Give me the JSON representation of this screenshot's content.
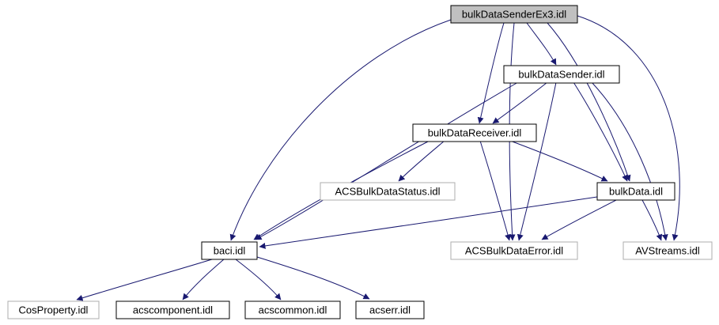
{
  "diagram": {
    "type": "include-dependency-graph",
    "edge_color": "#191970",
    "main_node_fill": "#c0c0c0",
    "nodes": [
      {
        "id": "bulkDataSenderEx3",
        "label": "bulkDataSenderEx3.idl",
        "kind": "main"
      },
      {
        "id": "bulkDataSender",
        "label": "bulkDataSender.idl",
        "kind": "internal"
      },
      {
        "id": "bulkDataReceiver",
        "label": "bulkDataReceiver.idl",
        "kind": "internal"
      },
      {
        "id": "ACSBulkDataStatus",
        "label": "ACSBulkDataStatus.idl",
        "kind": "external"
      },
      {
        "id": "bulkData",
        "label": "bulkData.idl",
        "kind": "internal"
      },
      {
        "id": "baci",
        "label": "baci.idl",
        "kind": "internal"
      },
      {
        "id": "ACSBulkDataError",
        "label": "ACSBulkDataError.idl",
        "kind": "external"
      },
      {
        "id": "AVStreams",
        "label": "AVStreams.idl",
        "kind": "external"
      },
      {
        "id": "CosProperty",
        "label": "CosProperty.idl",
        "kind": "external"
      },
      {
        "id": "acscomponent",
        "label": "acscomponent.idl",
        "kind": "internal"
      },
      {
        "id": "acscommon",
        "label": "acscommon.idl",
        "kind": "internal"
      },
      {
        "id": "acserr",
        "label": "acserr.idl",
        "kind": "internal"
      }
    ],
    "edges": [
      {
        "from": "bulkDataSenderEx3",
        "to": "bulkDataSender"
      },
      {
        "from": "bulkDataSenderEx3",
        "to": "bulkDataReceiver"
      },
      {
        "from": "bulkDataSenderEx3",
        "to": "bulkData"
      },
      {
        "from": "bulkDataSenderEx3",
        "to": "baci"
      },
      {
        "from": "bulkDataSenderEx3",
        "to": "ACSBulkDataError"
      },
      {
        "from": "bulkDataSenderEx3",
        "to": "AVStreams"
      },
      {
        "from": "bulkDataSender",
        "to": "bulkDataReceiver"
      },
      {
        "from": "bulkDataSender",
        "to": "bulkData"
      },
      {
        "from": "bulkDataSender",
        "to": "baci"
      },
      {
        "from": "bulkDataSender",
        "to": "ACSBulkDataError"
      },
      {
        "from": "bulkDataSender",
        "to": "AVStreams"
      },
      {
        "from": "bulkDataReceiver",
        "to": "ACSBulkDataStatus"
      },
      {
        "from": "bulkDataReceiver",
        "to": "bulkData"
      },
      {
        "from": "bulkDataReceiver",
        "to": "baci"
      },
      {
        "from": "bulkDataReceiver",
        "to": "ACSBulkDataError"
      },
      {
        "from": "bulkData",
        "to": "baci"
      },
      {
        "from": "bulkData",
        "to": "ACSBulkDataError"
      },
      {
        "from": "bulkData",
        "to": "AVStreams"
      },
      {
        "from": "baci",
        "to": "CosProperty"
      },
      {
        "from": "baci",
        "to": "acscomponent"
      },
      {
        "from": "baci",
        "to": "acscommon"
      },
      {
        "from": "baci",
        "to": "acserr"
      }
    ]
  }
}
